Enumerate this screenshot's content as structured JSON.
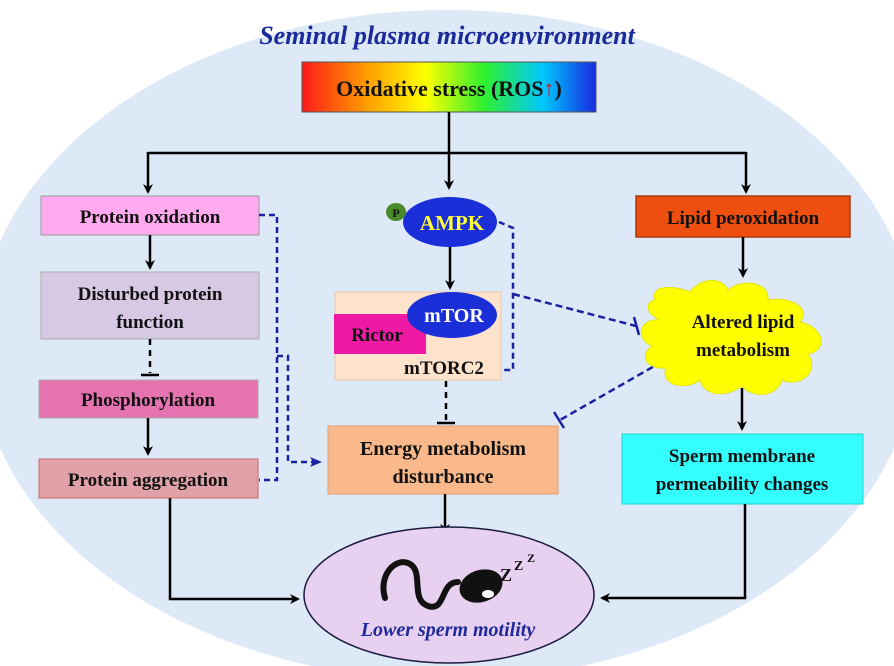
{
  "title": "Seminal plasma microenvironment",
  "top_box": {
    "label_prefix": "Oxidative stress (ROS",
    "label_arrow": "↑",
    "label_suffix": ")"
  },
  "left": {
    "protein_oxidation": "Protein oxidation",
    "disturbed_line1": "Disturbed protein",
    "disturbed_line2": "function",
    "phosphorylation": "Phosphorylation",
    "protein_aggregation": "Protein aggregation"
  },
  "center": {
    "p_badge": "P",
    "ampk": "AMPK",
    "mtor": "mTOR",
    "rictor": "Rictor",
    "mtorc2": "mTORC2",
    "energy_line1": "Energy metabolism",
    "energy_line2": "disturbance"
  },
  "right": {
    "lipid_peroxidation": "Lipid peroxidation",
    "altered_line1": "Altered lipid",
    "altered_line2": "metabolism",
    "membrane_line1": "Sperm membrane",
    "membrane_line2": "permeability changes"
  },
  "bottom": {
    "motility": "Lower sperm motility",
    "zzz": "Z",
    "zzz2": "Z",
    "zzz3": "Z"
  },
  "colors": {
    "background_oval": "#dde9f7",
    "protein_oxidation": "#ffa9ee",
    "disturbed": "#d7c9e4",
    "phosphorylation": "#e573b0",
    "protein_aggregation": "#e0a1a8",
    "energy": "#f9b98a",
    "mtorc2_panel": "#fde2cc",
    "rictor": "#ee1aa4",
    "ampk_mtor": "#1a2fd8",
    "lipid_peroxidation": "#ee4f10",
    "altered_blob": "#ffff00",
    "membrane": "#33ffff",
    "motility_oval": "#e8d1f0",
    "dashed": "#1a22a0"
  }
}
